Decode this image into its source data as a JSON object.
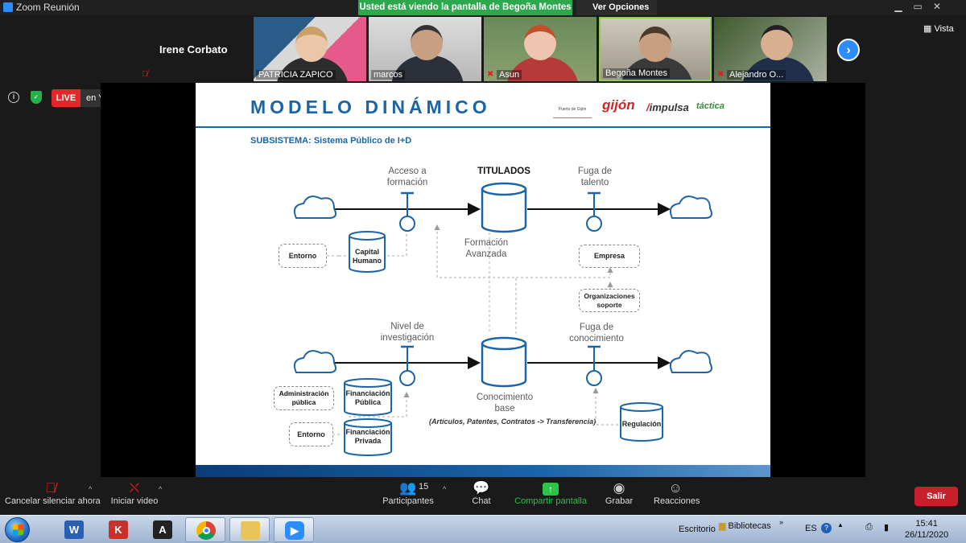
{
  "window": {
    "title": "Zoom Reunión"
  },
  "share_banner": "Usted está viendo la pantalla de Begoña Montes",
  "view_options": "Ver Opciones",
  "gallery": {
    "active_speaker": "Irene Corbato",
    "participants": [
      {
        "name": "PATRICIA ZAPICO"
      },
      {
        "name": "marcos"
      },
      {
        "name": "Asun"
      },
      {
        "name": "Begoña Montes"
      },
      {
        "name": "Alejandro O..."
      }
    ],
    "view_label": "Vista"
  },
  "live": {
    "badge": "LIVE",
    "destination": "en YouTube"
  },
  "slide": {
    "title": "MODELO DINÁMICO",
    "subsystem": "SUBSISTEMA: Sistema Público de I+D",
    "logos": {
      "puerto": "Puerto de Gijón",
      "gijon": "gijón",
      "impulsa": "impulsa",
      "tactica": "táctica"
    },
    "top_flow": {
      "inflow_label": "Acceso a formación",
      "stock_label": "TITULADOS",
      "outflow_label": "Fuga de talento",
      "stock_caption": "Formación Avanzada"
    },
    "bottom_flow": {
      "inflow_label": "Nivel de investigación",
      "outflow_label": "Fuga de conocimiento",
      "stock_caption": "Conocimiento base",
      "note": "(Artículos, Patentes, Contratos -> Transferencia)"
    },
    "nodes": {
      "entorno_top": "Entorno",
      "capital_humano": "Capital Humano",
      "empresa": "Empresa",
      "organizaciones": "Organizaciones soporte",
      "administracion": "Administración pública",
      "financiacion_publica": "Financiación Pública",
      "entorno_bottom": "Entorno",
      "financiacion_privada": "Financiación Privada",
      "regulacion": "Regulación"
    }
  },
  "toolbar": {
    "mute": "Cancelar silenciar ahora",
    "video": "Iniciar video",
    "participants": "Participantes",
    "participants_count": "15",
    "chat": "Chat",
    "share": "Compartir pantalla",
    "record": "Grabar",
    "reactions": "Reacciones",
    "leave": "Salir"
  },
  "taskbar": {
    "desktop": "Escritorio",
    "libraries": "Bibliotecas",
    "language": "ES",
    "time": "15:41",
    "date": "26/11/2020"
  },
  "colors": {
    "zoom_blue": "#2d8cff",
    "share_green": "#2ea84c",
    "live_red": "#e02828",
    "slide_blue": "#1a64a8",
    "leave_red": "#c8202a"
  }
}
